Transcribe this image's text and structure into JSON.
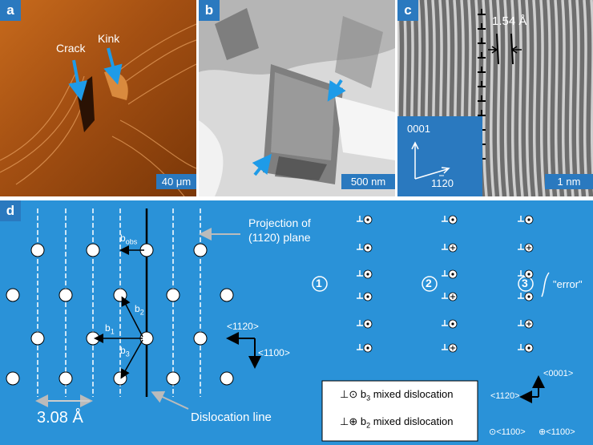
{
  "panel_a": {
    "tag": "a",
    "label_crack": "Crack",
    "label_kink": "Kink",
    "scale": "40 μm"
  },
  "panel_b": {
    "tag": "b",
    "scale": "500 nm"
  },
  "panel_c": {
    "tag": "c",
    "spacing": "1.54 Å",
    "axis_vertical": "0001",
    "axis_horizontal": "11̅​2̅​0",
    "axis_h_text": "1120",
    "scale": "1 nm"
  },
  "panel_d": {
    "tag": "d",
    "projection_label_1": "Projection of",
    "projection_label_2": "(1120) plane",
    "b_obs": "b",
    "b_obs_sub": "obs",
    "b1": "b",
    "b1_sub": "1",
    "b2": "b",
    "b2_sub": "2",
    "b3": "b",
    "b3_sub": "3",
    "dir_1120": "<1120>",
    "dir_1100": "<1100>",
    "spacing": "3.08 Å",
    "dislocation_line": "Dislocation line",
    "cases": [
      "1",
      "2",
      "3"
    ],
    "error": "\"error\"",
    "dir_0001": "<0001>",
    "dir_1120_b": "<1120>",
    "legend_b3": "mixed dislocation",
    "legend_b2": "mixed dislocation",
    "legend_b3_sym": "b",
    "legend_b3_sub": "3",
    "legend_b2_sym": "b",
    "legend_b2_sub": "2",
    "bottom_dir_1": "<1100>",
    "bottom_dir_2": "<1100>"
  },
  "colors": {
    "panel_blue": "#2a92d8",
    "tag_blue": "#2a79bf",
    "arrow_blue": "#1e9be8"
  }
}
